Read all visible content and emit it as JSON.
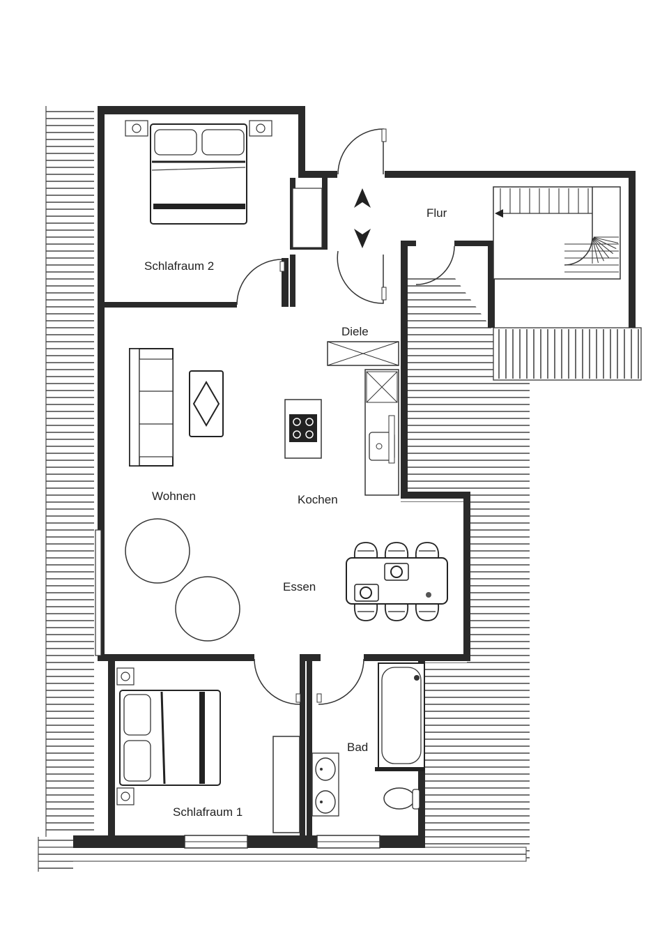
{
  "floorplan": {
    "rooms": {
      "schlafraum2": "Schlafraum 2",
      "flur": "Flur",
      "diele": "Diele",
      "wohnen": "Wohnen",
      "kochen": "Kochen",
      "essen": "Essen",
      "bad": "Bad",
      "schlafraum1": "Schlafraum 1"
    }
  }
}
